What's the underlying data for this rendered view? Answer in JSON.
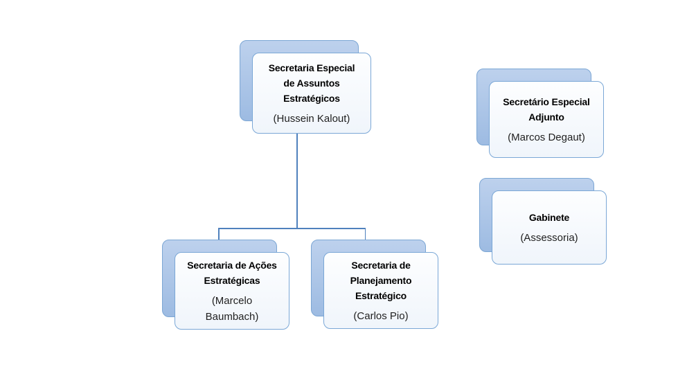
{
  "chart_type": "org-chart",
  "colors": {
    "page_background": "#ffffff",
    "connector": "#4f81bd",
    "shadow_border": "#7ba6d4",
    "shadow_fill_top": "#bdd1ed",
    "shadow_fill_bottom": "#9dbbe2",
    "front_border": "#7aa7d6",
    "front_fill_top": "#fdfeff",
    "front_fill_bottom": "#f0f5fb",
    "title_color": "#000000",
    "name_color": "#1f1f1f"
  },
  "nodes": [
    {
      "id": "secretaria-especial",
      "title": "Secretaria Especial\nde Assuntos\nEstratégicos",
      "name": "(Hussein Kalout)"
    },
    {
      "id": "secretario-especial-adjunto",
      "title": "Secretário Especial\nAdjunto",
      "name": "(Marcos Degaut)"
    },
    {
      "id": "gabinete",
      "title": "Gabinete",
      "name": "(Assessoria)"
    },
    {
      "id": "secretaria-acoes-estrategicas",
      "title": "Secretaria de Ações\nEstratégicas",
      "name": "(Marcelo\nBaumbach)"
    },
    {
      "id": "secretaria-planejamento-estrategico",
      "title": "Secretaria de\nPlanejamento\nEstratégico",
      "name": "(Carlos Pio)"
    }
  ],
  "hierarchy": {
    "root": "secretaria-especial",
    "children_of_root": [
      "secretaria-acoes-estrategicas",
      "secretaria-planejamento-estrategico"
    ],
    "unconnected": [
      "secretario-especial-adjunto",
      "gabinete"
    ]
  }
}
